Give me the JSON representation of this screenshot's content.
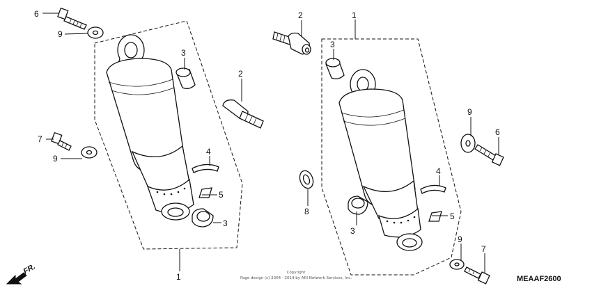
{
  "diagram_code": "MEAAF2600",
  "copyright": {
    "line1": "Copyright",
    "line2": "Page design (c) 2004 - 2014 by ARI Network Services, Inc."
  },
  "direction_label": "FR.",
  "callouts": {
    "left": {
      "shock_absorber": "1",
      "bolt_upper": "2",
      "bushing_upper": "3",
      "bushing_lower": "3",
      "band": "4",
      "label": "5",
      "bolt_6": "6",
      "bolt_7": "7",
      "washer_upper": "9",
      "washer_lower": "9"
    },
    "right": {
      "shock_absorber": "1",
      "bolt_upper": "2",
      "bushing_upper": "3",
      "bushing_lower": "3",
      "band": "4",
      "label": "5",
      "bolt_6": "6",
      "bolt_7": "7",
      "washer_8": "8",
      "washer_upper": "9",
      "washer_lower": "9"
    }
  }
}
